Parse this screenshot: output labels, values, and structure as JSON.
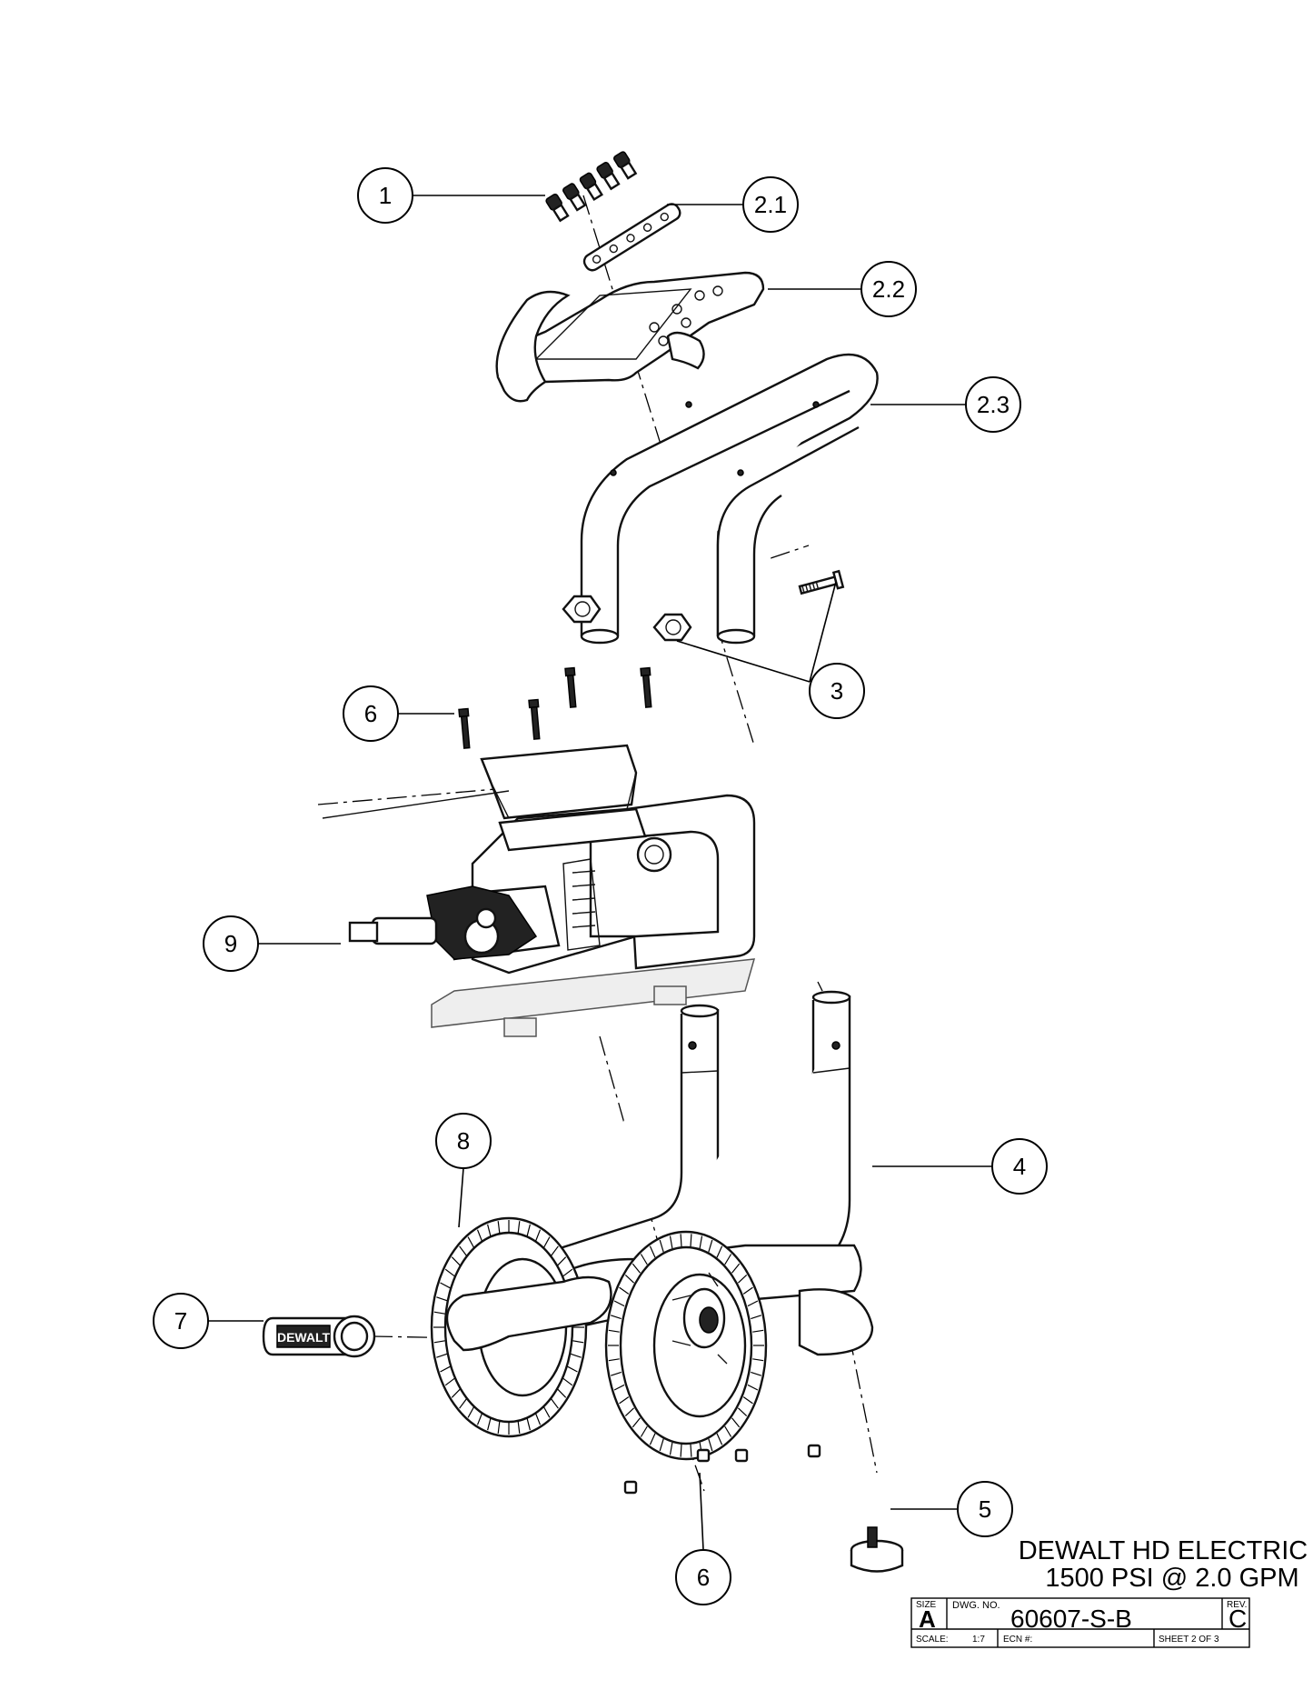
{
  "callouts": [
    {
      "id": "c1",
      "label": "1"
    },
    {
      "id": "c21",
      "label": "2.1"
    },
    {
      "id": "c22",
      "label": "2.2"
    },
    {
      "id": "c23",
      "label": "2.3"
    },
    {
      "id": "c3",
      "label": "3"
    },
    {
      "id": "c6a",
      "label": "6"
    },
    {
      "id": "c9",
      "label": "9"
    },
    {
      "id": "c4",
      "label": "4"
    },
    {
      "id": "c8",
      "label": "8"
    },
    {
      "id": "c7",
      "label": "7"
    },
    {
      "id": "c5",
      "label": "5"
    },
    {
      "id": "c6b",
      "label": "6"
    }
  ],
  "handle_logo": "DEWALT",
  "title_block": {
    "title_line1": "DEWALT HD ELECTRIC",
    "title_line2": "1500 PSI @ 2.0 GPM",
    "size_label": "SIZE",
    "size_value": "A",
    "dwg_label": "DWG.  NO.",
    "dwg_value": "60607-S-B",
    "rev_label": "REV.",
    "rev_value": "C",
    "scale_label": "SCALE:",
    "scale_value": "1:7",
    "ecn_label": "ECN #:",
    "sheet_label": "SHEET 2 OF 3"
  }
}
